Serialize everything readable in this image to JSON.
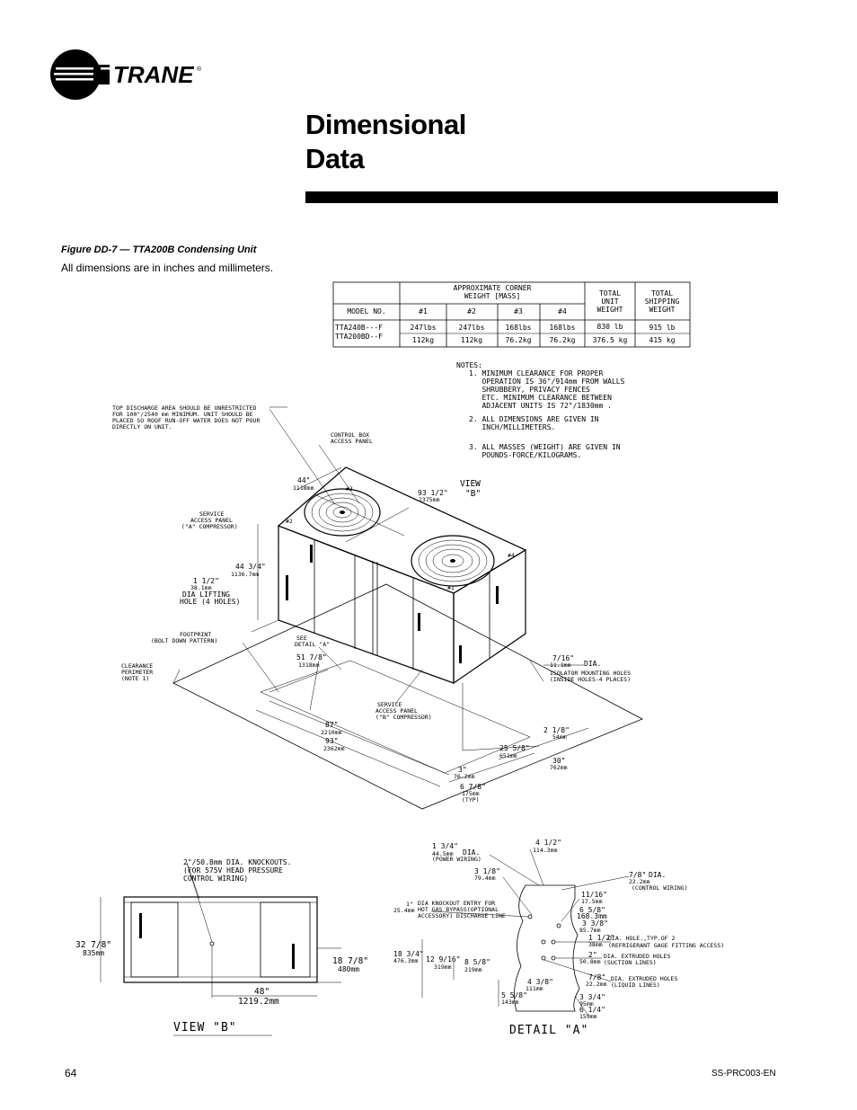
{
  "brand": {
    "name": "TRANE",
    "registered": "®"
  },
  "title": {
    "line1": "Dimensional",
    "line2": "Data"
  },
  "figure": {
    "caption": "Figure DD-7 — TTA200B Condensing Unit",
    "subtitle": "All dimensions are in inches and millimeters."
  },
  "weight_table": {
    "group_header": [
      "APPROXIMATE CORNER",
      "WEIGHT [MASS]"
    ],
    "model_header": "MODEL NO.",
    "corner_headers": [
      "#1",
      "#2",
      "#3",
      "#4"
    ],
    "total_unit_header": [
      "TOTAL",
      "UNIT",
      "WEIGHT"
    ],
    "total_ship_header": [
      "TOTAL",
      "SHIPPING",
      "WEIGHT"
    ],
    "models": [
      "TTA240B---F",
      "TTA200BD--F"
    ],
    "lbs": [
      "247lbs",
      "247lbs",
      "168lbs",
      "168lbs",
      "830 lb",
      "915 lb"
    ],
    "kg": [
      "112kg",
      "112kg",
      "76.2kg",
      "76.2kg",
      "376.5 kg",
      "415 kg"
    ]
  },
  "notes": {
    "heading": "NOTES:",
    "lines": [
      "1. MINIMUM CLEARANCE FOR PROPER",
      "   OPERATION IS 36\"/914mm FROM WALLS",
      "   SHRUBBERY, PRIVACY FENCES",
      "   ETC. MINIMUM CLEARANCE BETWEEN",
      "   ADJACENT UNITS IS 72\"/1830mm .",
      "2. ALL DIMENSIONS ARE GIVEN IN",
      "   INCH/MILLIMETERS.",
      "3. ALL MASSES (WEIGHT) ARE GIVEN IN",
      "   POUNDS-FORCE/KILOGRAMS."
    ]
  },
  "iso_labels": {
    "top_discharge": [
      "TOP DISCHARGE AREA SHOULD BE UNRESTRICTED",
      "FOR 100\"/2540 mm MINIMUM. UNIT SHOULD BE",
      "PLACED SO ROOF RUN-OFF WATER DOES NOT POUR",
      "DIRECTLY ON UNIT."
    ],
    "control_box": [
      "CONTROL BOX",
      "ACCESS PANEL"
    ],
    "view_b": [
      "VIEW",
      "\"B\""
    ],
    "service_a": [
      "SERVICE",
      "ACCESS PANEL",
      "(\"A\" COMPRESSOR)"
    ],
    "dim_44": [
      "44\"",
      "1118mm"
    ],
    "dim_93_half": [
      "93 1/2\"",
      "2375mm"
    ],
    "dim_44_34": [
      "44 3/4\"",
      "1136.7mm"
    ],
    "lifting": [
      "1 1/2\"",
      "38.1mm",
      "DIA LIFTING",
      "HOLE (4 HOLES)"
    ],
    "footprint": [
      "FOOTPRINT",
      "(BOLT DOWN PATTERN)"
    ],
    "see_detail": [
      "SEE",
      "DETAIL \"A\""
    ],
    "dim_51": [
      "51 7/8\"",
      "1318mm"
    ],
    "clearance": [
      "CLEARANCE",
      "PERIMETER",
      "(NOTE 1)"
    ],
    "isolator": [
      "7/16\"",
      "11.1mm",
      "DIA.",
      "ISOLATOR MOUNTING HOLES",
      "(INSIDE HOLES-4 PLACES)"
    ],
    "service_b": [
      "SERVICE",
      "ACCESS PANEL",
      "(\"B\" COMPRESSOR)"
    ],
    "dim_87": [
      "87\"",
      "2210mm"
    ],
    "dim_93": [
      "93\"",
      "2362mm"
    ],
    "dim_2_18": [
      "2 1/8\"",
      "54mm"
    ],
    "dim_25": [
      "25 5/8\"",
      "651mm"
    ],
    "dim_30": [
      "30\"",
      "762mm"
    ],
    "dim_3": [
      "3\"",
      "76.2mm"
    ],
    "dim_6_78": [
      "6 7/8\"",
      "175mm",
      "(TYP)"
    ],
    "corners": [
      "#3",
      "#2",
      "#4",
      "#1"
    ]
  },
  "view_b": {
    "knockouts": [
      "2\"/50.8mm DIA. KNOCKOUTS.",
      "(FOR 575V HEAD PRESSURE",
      "CONTROL WIRING)"
    ],
    "dim_height": [
      "32 7/8\"",
      "835mm"
    ],
    "dim_mid": [
      "18 7/8\"",
      "480mm"
    ],
    "dim_width": [
      "48\"",
      "1219.2mm"
    ],
    "label": "VIEW \"B\""
  },
  "detail_a": {
    "power": [
      "1 3/4\"",
      "44.5mm",
      "DIA.",
      "(POWER WIRING)"
    ],
    "dim_4_12": [
      "4 1/2\"",
      "114.3mm"
    ],
    "dim_3_18": [
      "3 1/8\"",
      "79.4mm"
    ],
    "control": [
      "7/8\"",
      "DIA.",
      "22.2mm",
      "(CONTROL WIRING)"
    ],
    "hot_gas": [
      "1\"",
      "25.4mm",
      "DIA KNOCKOUT ENTRY FOR",
      "HOT GAS BYPASS(OPTIONAL",
      "ACCESSORY) DISCHARGE LINE"
    ],
    "dim_11_16": [
      "11/16\"",
      "17.5mm"
    ],
    "dim_6_58": [
      "6 5/8\"",
      "168.3mm"
    ],
    "dim_3_38": [
      "3 3/8\"",
      "85.7mm"
    ],
    "gage": [
      "1 1/2\"",
      "38mm",
      "DIA. HOLE.,TYP.OF 2",
      "(REFRIGERANT GAGE FITTING ACCESS)"
    ],
    "dim_18_34": [
      "18 3/4\"",
      "476.3mm"
    ],
    "dim_12_916": [
      "12 9/16\"",
      "319mm"
    ],
    "dim_8_58": [
      "8 5/8\"",
      "219mm"
    ],
    "suction": [
      "2\"",
      "50.8mm",
      "DIA. EXTRUDED HOLES",
      "(SUCTION LINES)"
    ],
    "liquid": [
      "7/8\"",
      "22.2mm",
      "DIA. EXTRUDED HOLES",
      "(LIQUID LINES)"
    ],
    "dim_4_38": [
      "4 3/8\"",
      "111mm"
    ],
    "dim_5_58": [
      "5 5/8\"",
      "143mm"
    ],
    "dim_3_34": [
      "3 3/4\"",
      "95mm"
    ],
    "dim_6_14": [
      "6 1/4\"",
      "159mm"
    ],
    "label": "DETAIL \"A\""
  },
  "footer": {
    "page": "64",
    "doc_id": "SS-PRC003-EN"
  }
}
